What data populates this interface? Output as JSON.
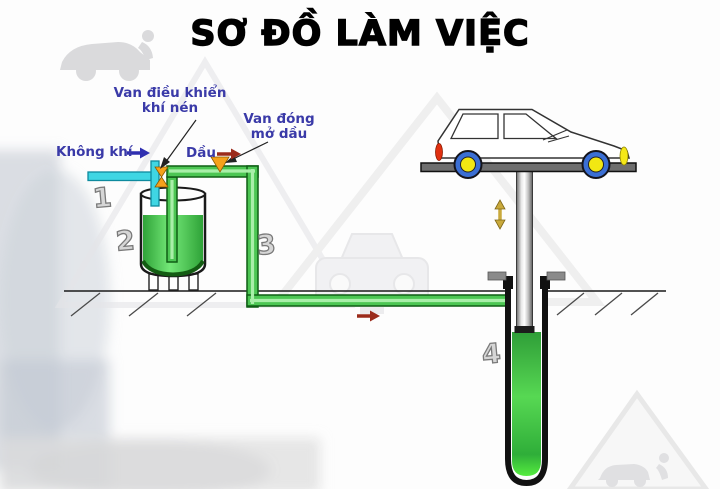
{
  "title": "SƠ ĐỒ LÀM VIỆC",
  "labels": {
    "air_valve_line1": "Van điều khiển",
    "air_valve_line2": "khí nén",
    "oil_valve_line1": "Van đóng",
    "oil_valve_line2": "mở dầu",
    "air_flow": "Không khí",
    "oil_flow": "Dầu"
  },
  "part_numbers": {
    "air_line": "1",
    "tank": "2",
    "oil_pipe": "3",
    "lift_cylinder": "4"
  },
  "colors": {
    "label_blue": "#3A3AA8",
    "air_cyan": "#3FD6E3",
    "oil_pipe_green": "#4CC653",
    "valve_orange": "#F5A11B",
    "flow_arrow_blue": "#2F2FB0",
    "flow_arrow_red": "#9B2B1B",
    "wheel_blue": "#3B6FD4",
    "wheel_yellow": "#F2E713",
    "platform_gray": "#6E6E6E",
    "lift_arrow_gold": "#C9A93C"
  }
}
